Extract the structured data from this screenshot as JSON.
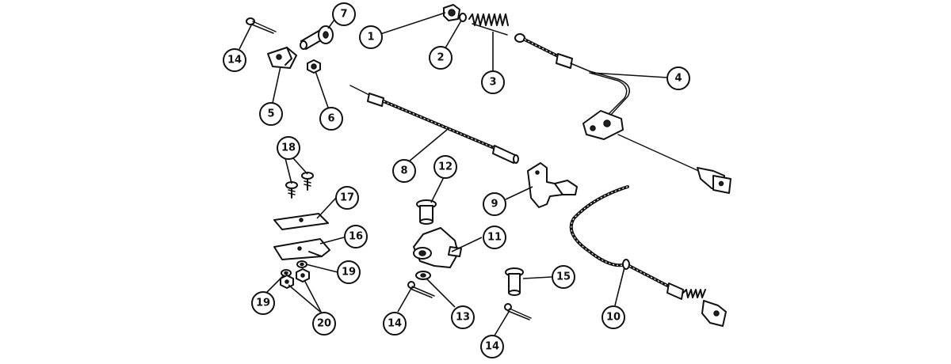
{
  "diagram": {
    "callouts": [
      "1",
      "2",
      "3",
      "4",
      "5",
      "6",
      "7",
      "8",
      "9",
      "10",
      "11",
      "12",
      "13",
      "14",
      "14",
      "14",
      "15",
      "16",
      "17",
      "18",
      "19",
      "19",
      "20"
    ]
  }
}
